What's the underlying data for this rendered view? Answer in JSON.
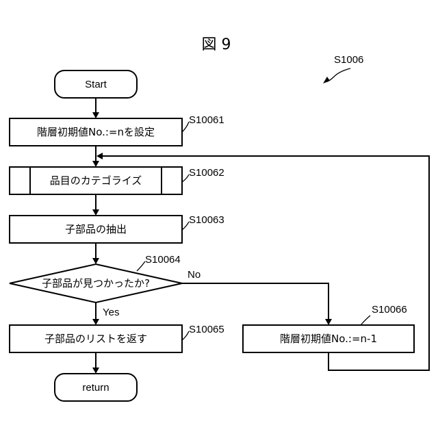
{
  "figure": {
    "title": "図 9",
    "ref": "S1006"
  },
  "nodes": {
    "start": "Start",
    "s10061": {
      "label": "S10061",
      "text": "階層初期値No.:=nを設定"
    },
    "s10062": {
      "label": "S10062",
      "text": "品目のカテゴライズ"
    },
    "s10063": {
      "label": "S10063",
      "text": "子部品の抽出"
    },
    "s10064": {
      "label": "S10064",
      "text": "子部品が見つかったか?"
    },
    "s10065": {
      "label": "S10065",
      "text": "子部品のリストを返す"
    },
    "s10066": {
      "label": "S10066",
      "text": "階層初期値No.:=n-1"
    },
    "end": "return"
  },
  "branches": {
    "yes": "Yes",
    "no": "No"
  }
}
